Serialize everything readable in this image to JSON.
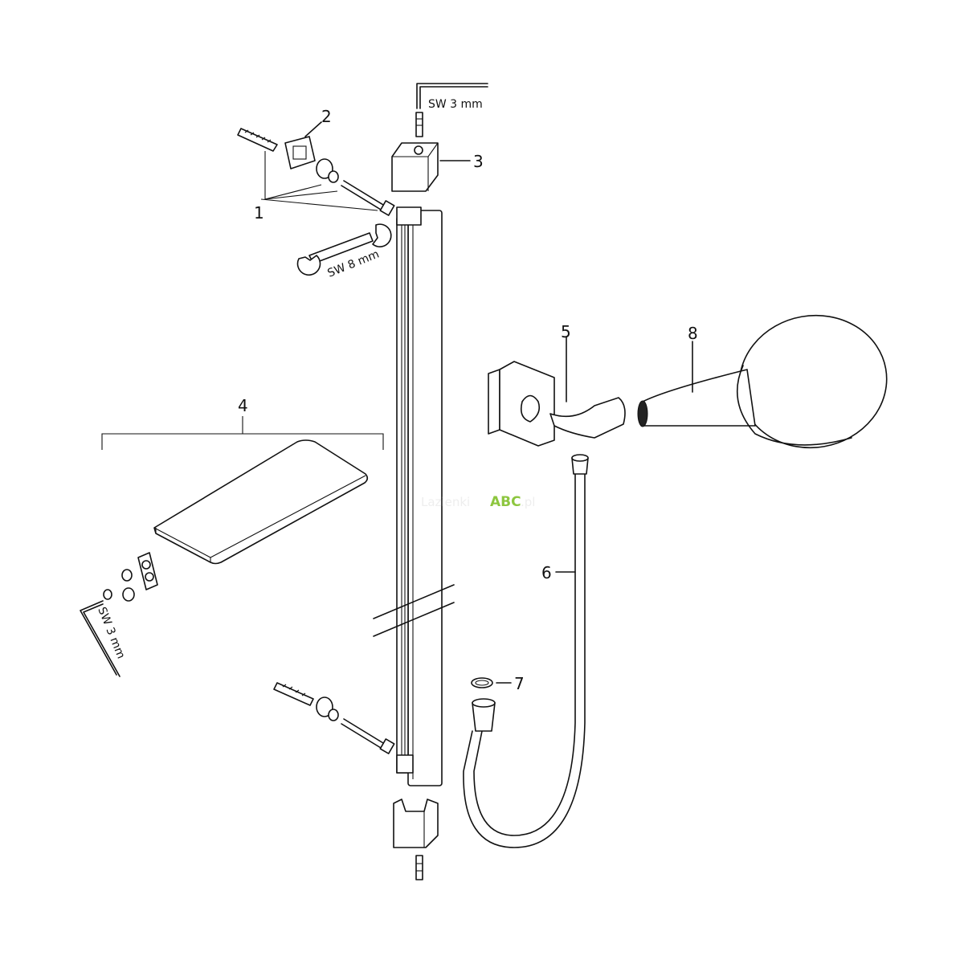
{
  "diagram": {
    "part_numbers": [
      "1",
      "2",
      "3",
      "4",
      "5",
      "6",
      "7",
      "8"
    ],
    "tool_labels": {
      "hex_key_top": "SW 3 mm",
      "wrench": "SW 8 mm",
      "hex_key_shelf": "SW 3 mm"
    },
    "watermark": {
      "prefix": "Lazienki",
      "brand": "ABC",
      "suffix": ".pl"
    },
    "colors": {
      "line": "#111111",
      "watermark": "#8dc63f"
    }
  }
}
